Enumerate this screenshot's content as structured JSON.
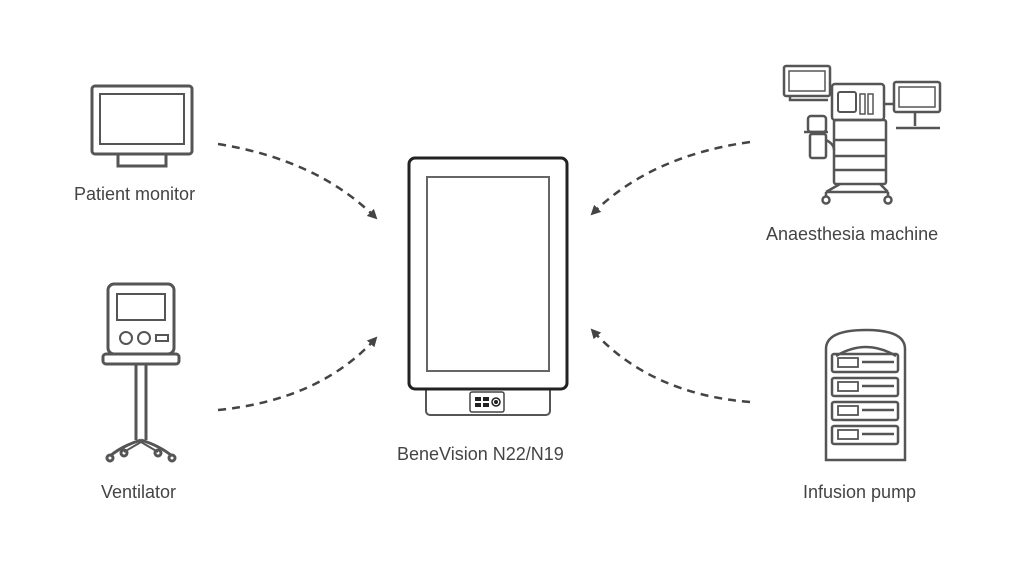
{
  "devices": {
    "patient_monitor": {
      "label": "Patient monitor",
      "icon": "patient-monitor-icon"
    },
    "ventilator": {
      "label": "Ventilator",
      "icon": "ventilator-icon"
    },
    "center": {
      "label": "BeneVision N22/N19",
      "icon": "tablet-device-icon"
    },
    "anaesthesia_machine": {
      "label": "Anaesthesia machine",
      "icon": "anaesthesia-machine-icon"
    },
    "infusion_pump": {
      "label": "Infusion pump",
      "icon": "infusion-pump-icon"
    }
  },
  "colors": {
    "stroke": "#555555",
    "text": "#444444",
    "arrow": "#444444"
  }
}
